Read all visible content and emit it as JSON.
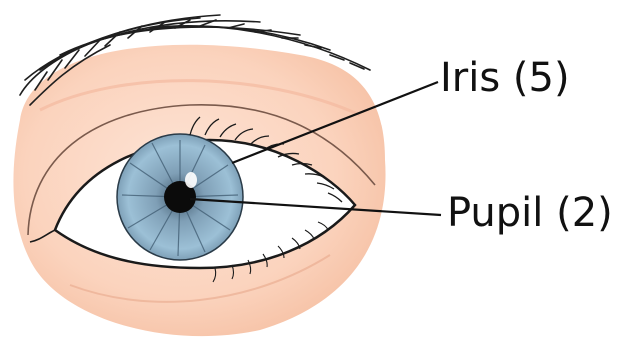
{
  "labels": {
    "iris": "Iris (5)",
    "pupil": "Pupil (2)"
  },
  "colors": {
    "skin": "#f9cdb3",
    "skin_light": "#fde4d6",
    "iris": "#8fb6cf",
    "iris_dark": "#4f6f88",
    "pupil": "#0b0b0b",
    "outline": "#1a1a1a"
  },
  "icons": {
    "eye": "eye-illustration"
  }
}
